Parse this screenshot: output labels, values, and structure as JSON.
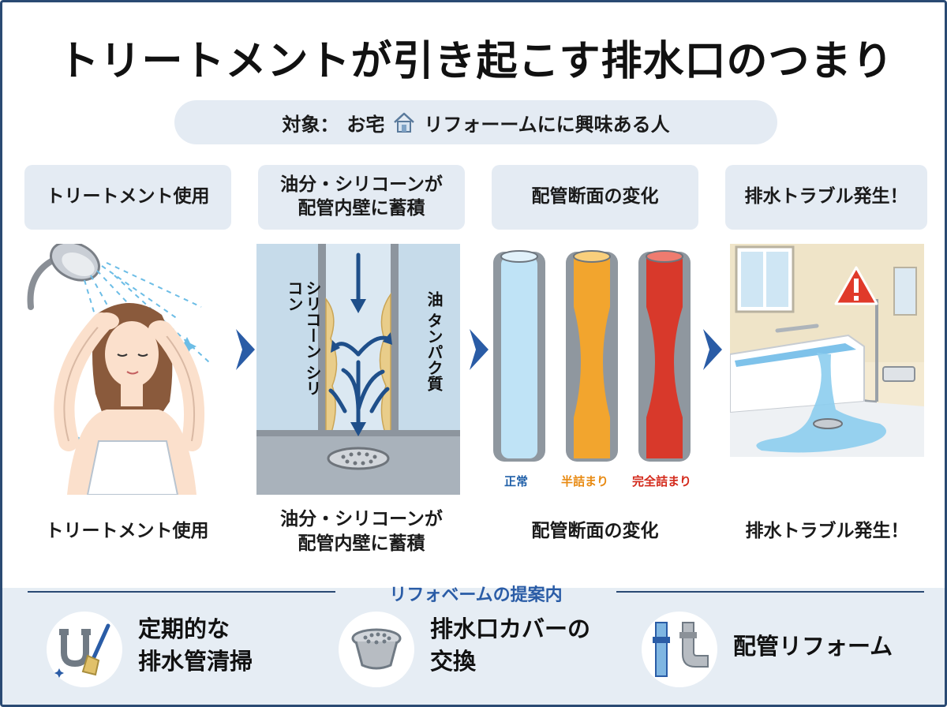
{
  "title": "トリートメントが引き起こす排水口のつまり",
  "target": {
    "label": "対象：",
    "text_before_icon": "お宅",
    "icon": "house-icon",
    "text_after_icon": "リフォーームにに興味ある人"
  },
  "steps": [
    {
      "label": "トリートメント使用",
      "caption": "トリートメント使用",
      "illustration": "woman-shower-illustration"
    },
    {
      "label_line1": "油分・シリコーンが",
      "label_line2": "配管内壁に蓄積",
      "caption_line1": "油分・シリコーンが",
      "caption_line2": "配管内壁に蓄積",
      "illustration": "pipe-interior-illustration",
      "annotations": {
        "left_col1": "シリコーン",
        "left_col2": "シリコン",
        "right_col1": "油",
        "right_col2": "タンパク質"
      }
    },
    {
      "label": "配管断面の変化",
      "caption": "配管断面の変化",
      "illustration": "pipe-cross-section-illustration",
      "pipes": [
        {
          "label": "正常",
          "color": "#1f5fa8"
        },
        {
          "label": "半詰まり",
          "color": "#e88a12"
        },
        {
          "label": "完全詰まり",
          "color": "#d42a1c"
        }
      ]
    },
    {
      "label": "排水トラブル発生！",
      "caption": "排水トラブル発生！",
      "illustration": "bathroom-flood-illustration"
    }
  ],
  "proposals": {
    "title": "リフォベームの提案内",
    "items": [
      {
        "line1": "定期的な",
        "line2": "排水管清掃",
        "icon": "pipe-brush-icon"
      },
      {
        "line1": "排水口カバーの",
        "line2": "交換",
        "icon": "drain-cover-icon"
      },
      {
        "line1": "配管リフォーム",
        "icon": "pipe-elbow-icon"
      }
    ]
  },
  "colors": {
    "accent_navy": "#2a4a73",
    "label_bg": "#e4ebf3",
    "water": "#9fd3ef",
    "half_clog": "#f0a030",
    "full_clog": "#d8392b",
    "warning": "#e03a2a"
  }
}
